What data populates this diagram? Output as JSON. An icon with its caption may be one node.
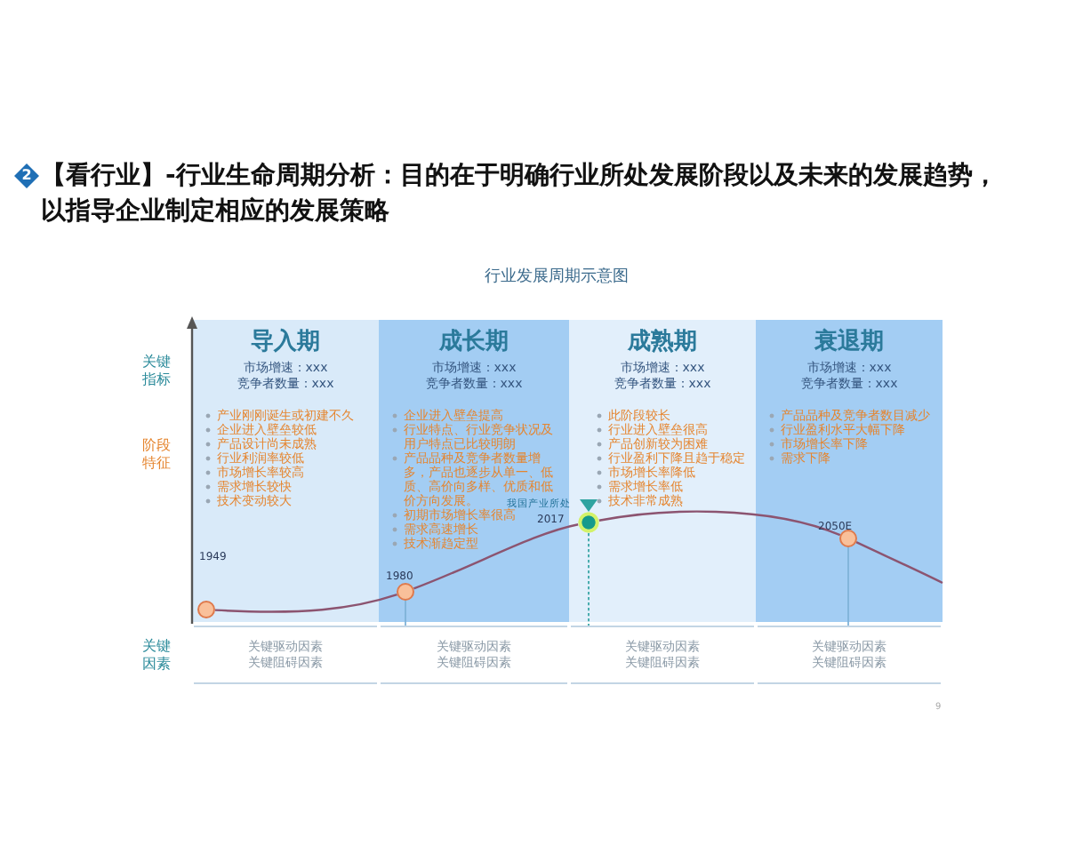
{
  "diagram": {
    "title": "【看行业】-行业生命周期分析：目的在于明确行业所处发展阶段以及未来的发展趋势，以指导企业制定相应的发展策略",
    "nodes": [
      {
        "text": [
          "导入期",
          "市场增速：xxx",
          "竞争者数量：xxx",
          "产业刚刚诞生或初建不久",
          "企业进入壁垒较低",
          "产品设计尚未成熟",
          "行业利润率较低",
          "市场增长率较高",
          "需求增长较快",
          "技术变动较大"
        ]
      },
      {
        "text": [
          "成长期",
          "市场增速：xxx",
          "竞争者数量：xxx",
          "企业进入壁垒提高",
          "行业特点、行业竞争状况及用户特点已比较明朗",
          "产品品种及竞争者数量增多，产品也逐步从单一、低质、高价向多样、优质和低价方向发展。",
          "初期市场增长率很高",
          "需求高速增长",
          "技术渐趋定型"
        ]
      },
      {
        "text": [
          "成熟期",
          "市场增速：xxx",
          "竞争者数量：xxx",
          "此阶段较长",
          "行业进入壁垒很高",
          "产品创新较为困难",
          "行业盈利下降且趋于稳定",
          "市场增长率降低",
          "需求增长率低",
          "技术非常成熟"
        ]
      },
      {
        "text": [
          "衰退期",
          "市场增速：xxx",
          "竞争者数量：xxx",
          "产品品种及竞争者数目减少",
          "行业盈利水平大幅下降",
          "市场增长率下降",
          "需求下降"
        ]
      },
      {
        "text": [],
        "shape": "circle",
        "in": 0,
        "beside": [
          "1949"
        ]
      },
      {
        "text": [],
        "shape": "circle",
        "in": 1,
        "beside": [
          "1980"
        ]
      },
      {
        "text": [],
        "shape": "circle",
        "in": 2,
        "beside": [
          "我国产业所处",
          "2017"
        ]
      },
      {
        "text": [],
        "shape": "circle",
        "in": 3,
        "beside": [
          "2050E"
        ]
      },
      {
        "text": [
          "关键驱动因素",
          "关键阻碍因素"
        ]
      },
      {
        "text": [
          "关键驱动因素",
          "关键阻碍因素"
        ]
      },
      {
        "text": [
          "关键驱动因素",
          "关键阻碍因素"
        ]
      },
      {
        "text": [
          "关键驱动因素",
          "关键阻碍因素"
        ]
      }
    ],
    "edges": [
      {
        "from": 4,
        "to": 5,
        "arrow": "none"
      },
      {
        "from": 5,
        "to": 6,
        "arrow": "none"
      },
      {
        "from": 6,
        "to": 7,
        "arrow": "none"
      },
      {
        "from": 7,
        "to": null,
        "arrow": "none"
      },
      {
        "from": 5,
        "to": 9,
        "arrow": "none",
        "color": "#7fb3d8"
      },
      {
        "from": 6,
        "to": 10,
        "arrow": "none",
        "style": "dashed",
        "color": "#3aa6a6"
      },
      {
        "from": 7,
        "to": 11,
        "arrow": "none",
        "color": "#7fb3d8"
      }
    ],
    "labels": [
      "2",
      "行业发展周期示意图",
      "关键指标",
      "阶段特征",
      "关键因素",
      "9"
    ]
  }
}
